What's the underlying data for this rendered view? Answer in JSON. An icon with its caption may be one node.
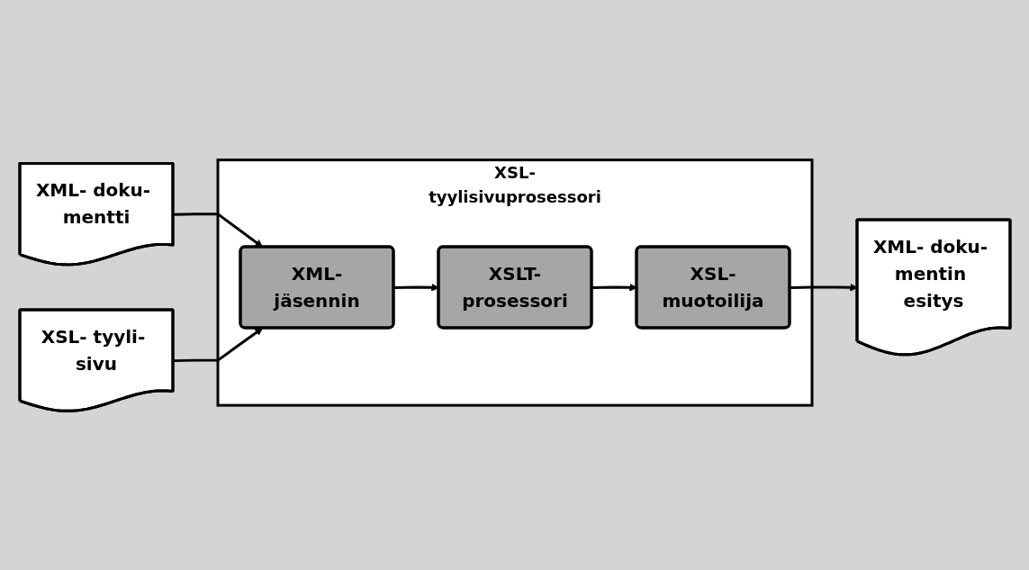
{
  "diagram": {
    "nodes": [
      {
        "text": [
          "XML- doku- mentti"
        ]
      },
      {
        "text": [
          "XSL- tyyli- sivu"
        ]
      },
      {
        "text": [
          "XSL-tyylisivuprosessori"
        ]
      },
      {
        "text": [
          "XSL-muotoilija"
        ],
        "in": 2
      },
      {
        "text": [
          "XSLT-prosessori"
        ],
        "in": 2
      },
      {
        "text": [
          "XML-jäsennin"
        ],
        "in": 2
      },
      {
        "text": [
          "XML- doku- mentin esitys"
        ]
      }
    ],
    "edges": [
      {
        "from": 0,
        "to": 5,
        "arrow": "to"
      },
      {
        "from": 1,
        "to": 5,
        "arrow": "to"
      },
      {
        "from": 5,
        "to": 4,
        "arrow": "to"
      },
      {
        "from": 4,
        "to": 3,
        "arrow": "to"
      },
      {
        "from": 3,
        "to": 6,
        "arrow": "to"
      }
    ]
  }
}
